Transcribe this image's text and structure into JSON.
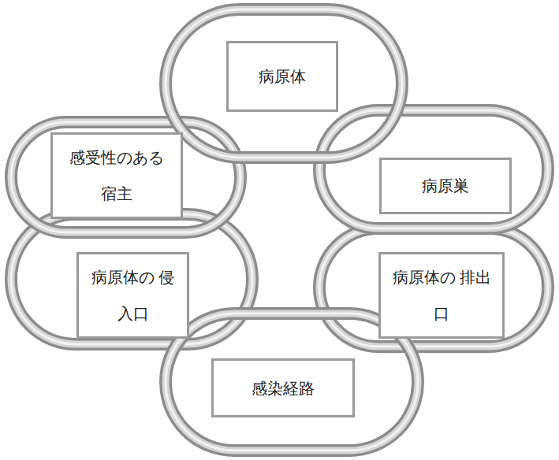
{
  "diagram": {
    "nodes": [
      {
        "text": [
          "病原体"
        ]
      },
      {
        "text": [
          "感受性のある 宿主"
        ]
      },
      {
        "text": [
          "病原巣"
        ]
      },
      {
        "text": [
          "病原体の 侵入口"
        ]
      },
      {
        "text": [
          "病原体の 排出口"
        ]
      },
      {
        "text": [
          "感染経路"
        ]
      }
    ]
  }
}
